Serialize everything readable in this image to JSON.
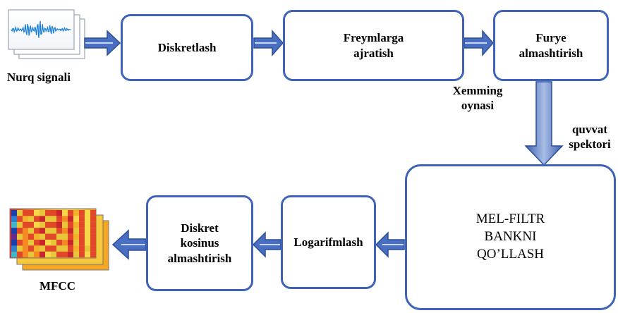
{
  "input": {
    "label": "Nurq signali"
  },
  "steps": {
    "discretize": "Diskretlash",
    "framing": "Freymlarga\najratish",
    "fourier": "Furye\nalmashtirish",
    "melfilter": "MEL-FILTR\nBANKNI\nQO’LLASH",
    "log": "Logarifmlash",
    "dct": "Diskret\nkosinus\nalmashtirish"
  },
  "annotations": {
    "window": "Xemming\noynasi",
    "power_spectrum": "quvvat\nspektori"
  },
  "output": {
    "label": "MFCC"
  },
  "colors": {
    "border": "#3f63b8",
    "arrow": "#4a6fc0",
    "arrow_dark": "#2b4f9c"
  }
}
